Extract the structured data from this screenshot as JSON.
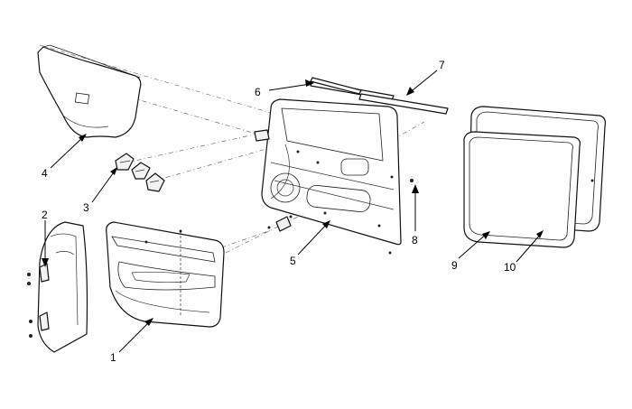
{
  "callouts": {
    "c1": "1",
    "c2": "2",
    "c3": "3",
    "c4": "4",
    "c5": "5",
    "c6": "6",
    "c7": "7",
    "c8": "8",
    "c9": "9",
    "c10": "10"
  },
  "colors": {
    "line": "#111111",
    "background": "#ffffff",
    "shade": "#f2f2f2"
  }
}
